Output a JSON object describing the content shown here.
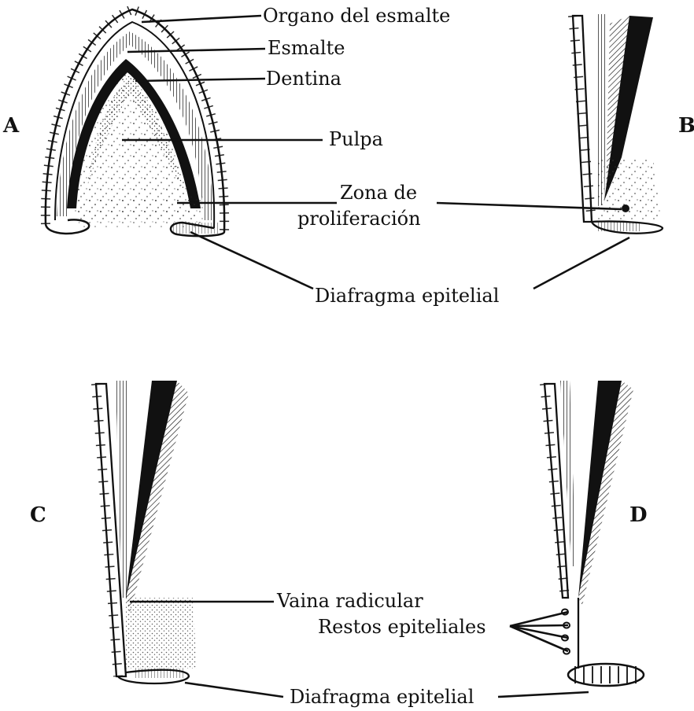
{
  "panels": {
    "a": "A",
    "b": "B",
    "c": "C",
    "d": "D"
  },
  "labels": {
    "organo_esmalte": "Organo del esmalte",
    "esmalte": "Esmalte",
    "dentina": "Dentina",
    "pulpa": "Pulpa",
    "zona_line1": "Zona de",
    "zona_line2": "proliferación",
    "diafragma_top": "Diafragma epitelial",
    "vaina": "Vaina radicular",
    "restos": "Restos epiteliales",
    "diafragma_bottom": "Diafragma epitelial"
  }
}
